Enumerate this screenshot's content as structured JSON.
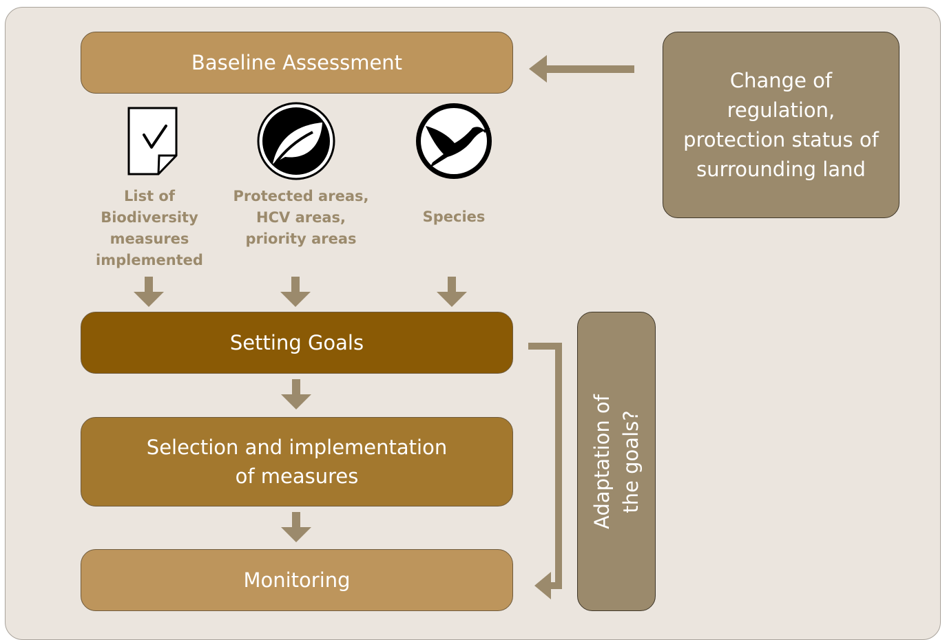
{
  "baseline": {
    "label": "Baseline Assessment"
  },
  "inputs": [
    {
      "icon": "checklist-document-icon",
      "label": "List of\nBiodiversity\nmeasures\nimplemented"
    },
    {
      "icon": "leaf-icon",
      "label": "Protected areas,\nHCV areas,\npriority areas"
    },
    {
      "icon": "bird-icon",
      "label": "Species"
    }
  ],
  "goals": {
    "label": "Setting Goals"
  },
  "selection": {
    "line1": "Selection and implementation",
    "line2": "of measures"
  },
  "monitoring": {
    "label": "Monitoring"
  },
  "change": {
    "lines": [
      "Change of",
      "regulation,",
      "protection status of",
      "surrounding land"
    ]
  },
  "adaptation": {
    "label": "Adaptation of\nthe goals?"
  },
  "colors": {
    "light_box": "#bd955c",
    "dark_box": "#8a5a05",
    "mid_box": "#a3782e",
    "grey_box": "#9b8a6c",
    "arrow": "#9b8a6c",
    "background": "#ebe5de"
  }
}
